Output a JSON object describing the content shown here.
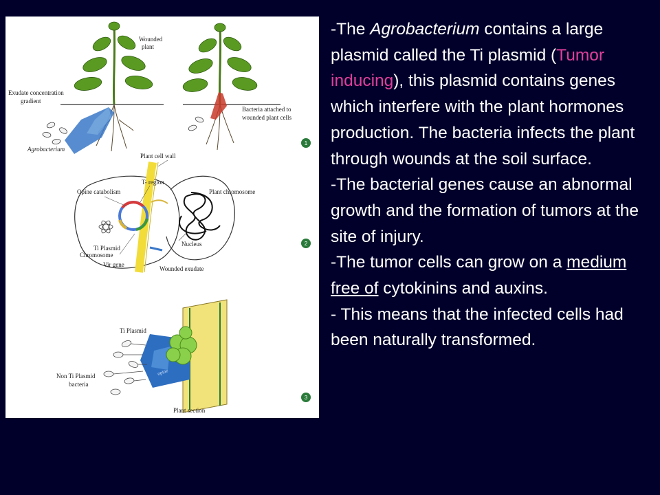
{
  "figure": {
    "panel1": {
      "left_labels": [
        "Exudate concentration",
        "gradient"
      ],
      "wounded_plant": [
        "Wounded",
        "plant"
      ],
      "agrobacterium": "Agrobacterium",
      "bacteria_attached": [
        "Bacteria attached to",
        "wounded plant cells"
      ],
      "number": "1"
    },
    "panel2": {
      "plant_cell_wall": "Plant cell wall",
      "t_region": "T- region",
      "opine_catabolism": "Opine catabolism",
      "plant_chromosome": "Plant chromosome",
      "ti_plasmid": "Ti Plasmid",
      "chromosome": "Chromosome",
      "nucleus": "Nucleus",
      "vir_gene": "Vir gene",
      "wounded_exudate": "Wounded exudate",
      "number": "2"
    },
    "panel3": {
      "ti_plasmid": "Ti Plasmid",
      "non_ti": [
        "Non Ti Plasmid",
        "bacteria"
      ],
      "opine": "opine",
      "plant_section": "Plant section",
      "number": "3"
    }
  },
  "text": {
    "p1": {
      "a": "-The ",
      "b": "Agrobacterium",
      "c": " contains a large plasmid called the Ti plasmid (",
      "d": "Tumor inducing",
      "e": "), this plasmid contains genes which interfere with the plant hormones production. The bacteria infects the plant through wounds at the soil surface."
    },
    "p2": "-The bacterial genes cause an abnormal growth and the formation of tumors at the site of injury.",
    "p3": {
      "a": "-The tumor cells can grow on a ",
      "b": "medium free of",
      "c": " cytokinins and auxins."
    },
    "p4": "- This means that the infected cells had been naturally transformed."
  },
  "colors": {
    "background": "#00002b",
    "text": "#ffffff",
    "highlight": "#e0409a"
  }
}
